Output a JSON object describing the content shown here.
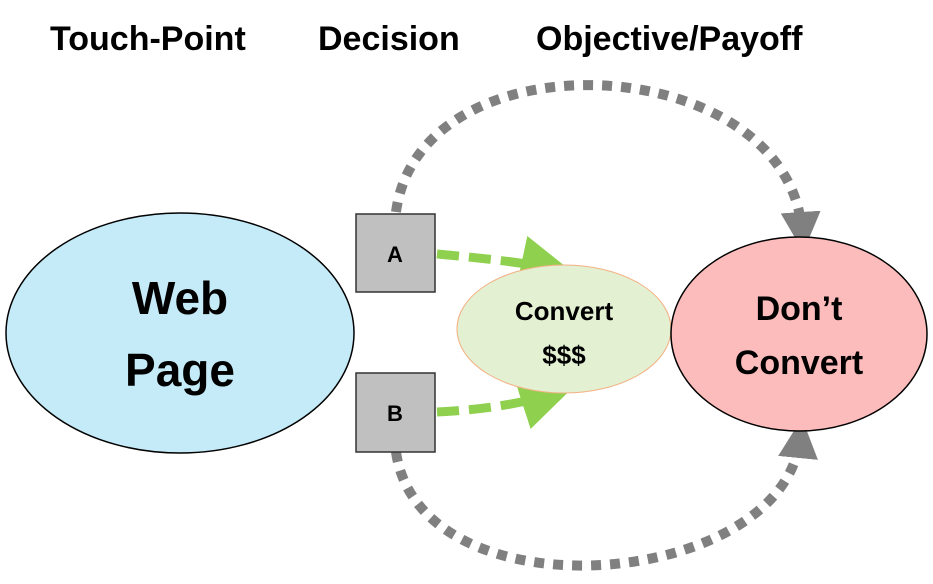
{
  "headers": {
    "touch_point": "Touch-Point",
    "decision": "Decision",
    "objective": "Objective/Payoff"
  },
  "web_page": {
    "line1": "Web",
    "line2": "Page",
    "color": "#c5ebf8"
  },
  "option_a": {
    "label": "A",
    "color": "#c0c0c0"
  },
  "option_b": {
    "label": "B",
    "color": "#c0c0c0"
  },
  "convert": {
    "line1": "Convert",
    "line2": "$$$",
    "color": "#e3f0d2"
  },
  "dont_convert": {
    "line1": "Don’t",
    "line2": "Convert",
    "color": "#fdbcbc"
  },
  "colors": {
    "positive_arrow": "#8fd14f",
    "negative_arrow": "#808080"
  }
}
